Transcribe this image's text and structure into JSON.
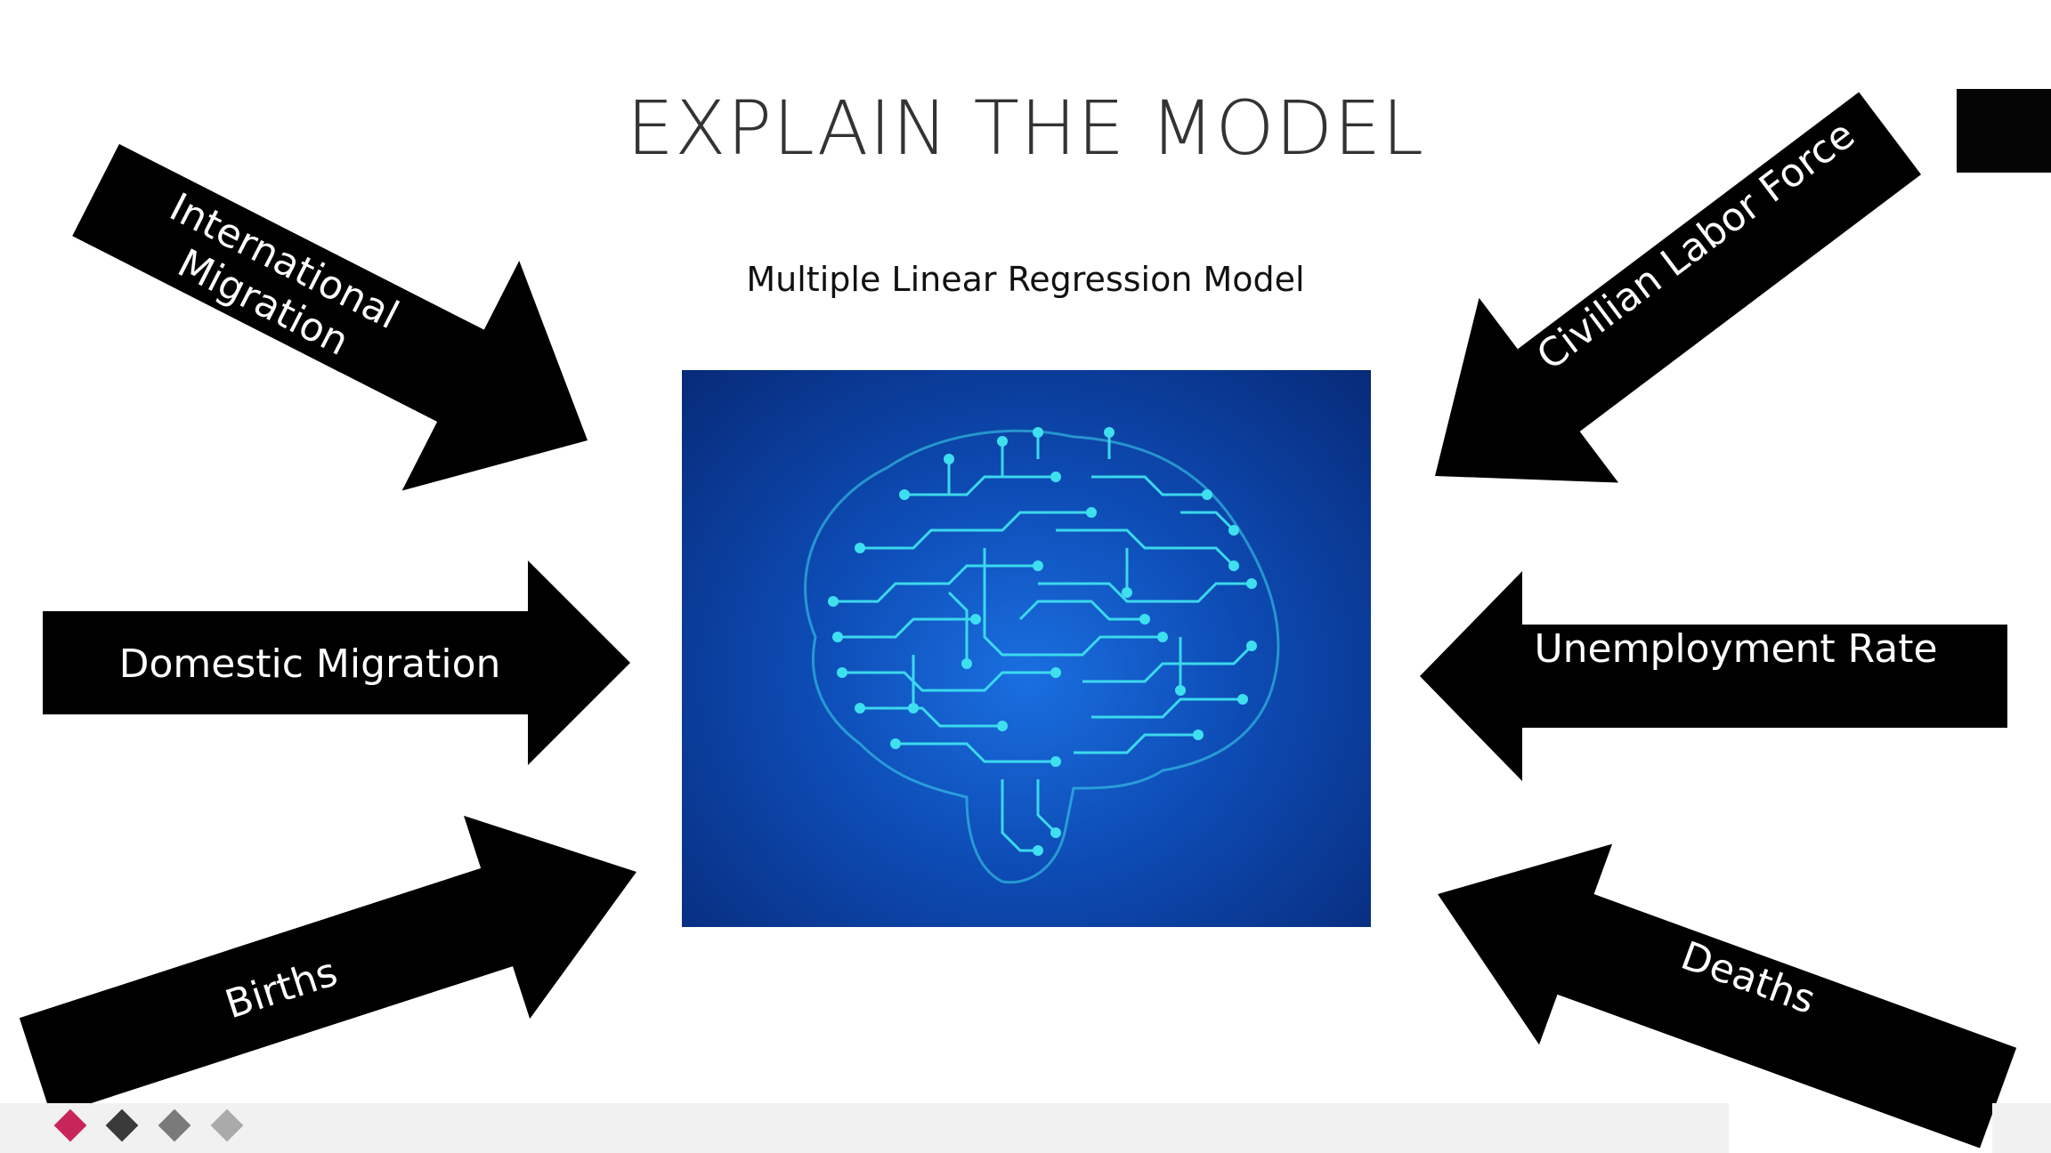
{
  "slide": {
    "title": "EXPLAIN THE MODEL",
    "subtitle": "Multiple Linear Regression Model"
  },
  "arrows": {
    "international_migration": [
      "International",
      "Migration"
    ],
    "domestic_migration": "Domestic Migration",
    "births": "Births",
    "civilian_labor_force": "Civilian Labor Force",
    "unemployment_rate": "Unemployment Rate",
    "deaths": "Deaths"
  },
  "image": {
    "subject": "circuit-brain",
    "background_color": "#0d4bb4",
    "circuit_color": "#3ee0f0"
  },
  "footer": {
    "dots": [
      {
        "color": "#c8265a",
        "active": true
      },
      {
        "color": "#3a3a3a",
        "active": false
      },
      {
        "color": "#7a7a7a",
        "active": false
      },
      {
        "color": "#aaaaaa",
        "active": false
      }
    ]
  }
}
